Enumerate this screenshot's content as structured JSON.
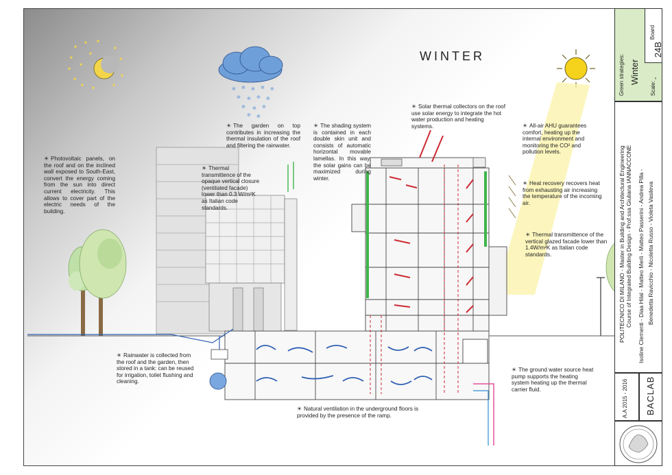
{
  "title": "WINTER",
  "notes": {
    "photovoltaic": "Photovoltaic panels, on the roof and on the inclined wall exposed to South-East, convert the energy coming from the sun into direct current electricity. This allows to cover part of the electric needs of the building.",
    "garden": "The garden on top contributes in increasing the thermal insulation of the roof and filtering the rainwater.",
    "thermal_opaque": "Thermal transmittence of the opaque vertical closure (ventilated facade) lower than 0.3 W/m²K as Italian code standards.",
    "shading": "The shading system is contained in each double skin unit and consists of automatic horizontal movable lamellas. In this way, the solar gains can be maximized during winter.",
    "solar_thermal": "Solar thermal collectors on the roof use solar energy to integrate the hot water production and heating systems.",
    "ahu": "All-air AHU guarantees comfort, heating up the internal environment and monitoring the CO² and pollution levels.",
    "heat_recovery": "Heat recovery recovers heat from exhausting air increasing the temperature of the incoming air.",
    "thermal_glazed": "Thermal transmittence of the vertical glazed facade lower than 1.4W/m²K as Italian code standards.",
    "rainwater": "Rainwater is collected from the roof and the garden, then stored in a tank: can be reused for irrigation, toilet flushing and cleaning.",
    "natural_ventilation": "Natural ventilation in the underground floors is provided by the presence of the ramp.",
    "ground_water": "The ground water source heat pump supports the heating system heating up the thermal carrier fluid."
  },
  "titleblock": {
    "board_label": "Board",
    "board_value": "24B",
    "strategies_label": "Green strategies:",
    "strategies_value": "Winter",
    "scale_label": "Scale:",
    "scale_value": "-",
    "institution": "POLITECNICO DI MILANO - Master in Building and Architectural Engineering",
    "course": "Course of Integrated Building Design - Prof.ssa Giuliana IANNACCONE",
    "authors_1": "Isoline Clementi - Diaa Hilal - Matteo Merli - Matteo Passerini - Andrea Pilla -",
    "authors_2": "Benedetta Ravicchio - Nicoletta Russo - Violeta Vasileva",
    "year": "A.A 2015 - 2016",
    "lab": "BACLAB"
  },
  "colors": {
    "sun": "#f5d21c",
    "cloud": "#6f9fd8",
    "cold_arrow": "#2f5fb3",
    "hot_arrow": "#cc2a33",
    "green_strip": "#3fb64a",
    "titleblock_green": "#d9ecc7"
  }
}
